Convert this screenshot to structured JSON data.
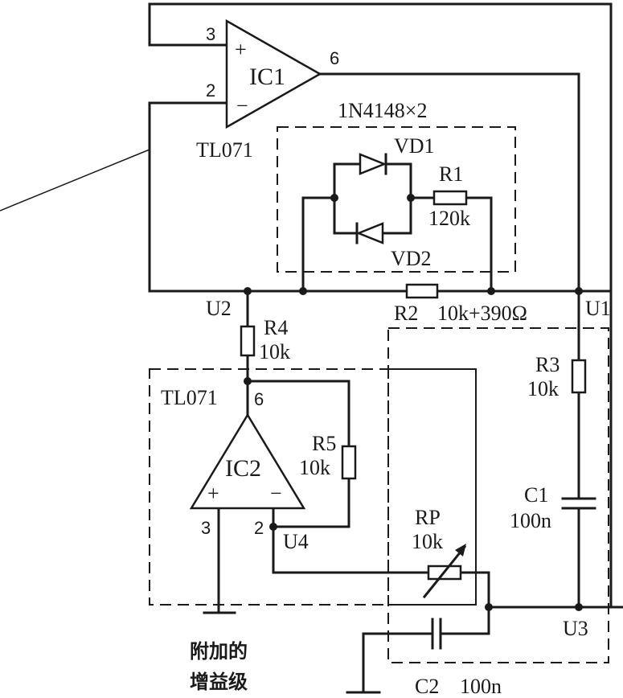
{
  "ic1": {
    "name": "IC1",
    "type": "TL071",
    "pin_plus": "3",
    "pin_minus": "2",
    "pin_out": "6",
    "plus_sign": "+",
    "minus_sign": "−"
  },
  "ic2": {
    "name": "IC2",
    "type": "TL071",
    "pin_plus": "3",
    "pin_minus": "2",
    "pin_out": "6",
    "plus_sign": "+",
    "minus_sign": "−"
  },
  "diode_box": {
    "label": "1N4148×2"
  },
  "vd1": "VD1",
  "vd2": "VD2",
  "r1": {
    "name": "R1",
    "value": "120k"
  },
  "r2": {
    "name": "R2",
    "value": "10k+390Ω"
  },
  "r3": {
    "name": "R3",
    "value": "10k"
  },
  "r4": {
    "name": "R4",
    "value": "10k"
  },
  "r5": {
    "name": "R5",
    "value": "10k"
  },
  "rp": {
    "name": "RP",
    "value": "10k"
  },
  "c1": {
    "name": "C1",
    "value": "100n"
  },
  "c2": {
    "name": "C2",
    "value": "100n"
  },
  "nodes": {
    "u1": "U1",
    "u2": "U2",
    "u3": "U3",
    "u4": "U4"
  },
  "extra_stage": {
    "line1": "附加的",
    "line2": "增益级"
  }
}
